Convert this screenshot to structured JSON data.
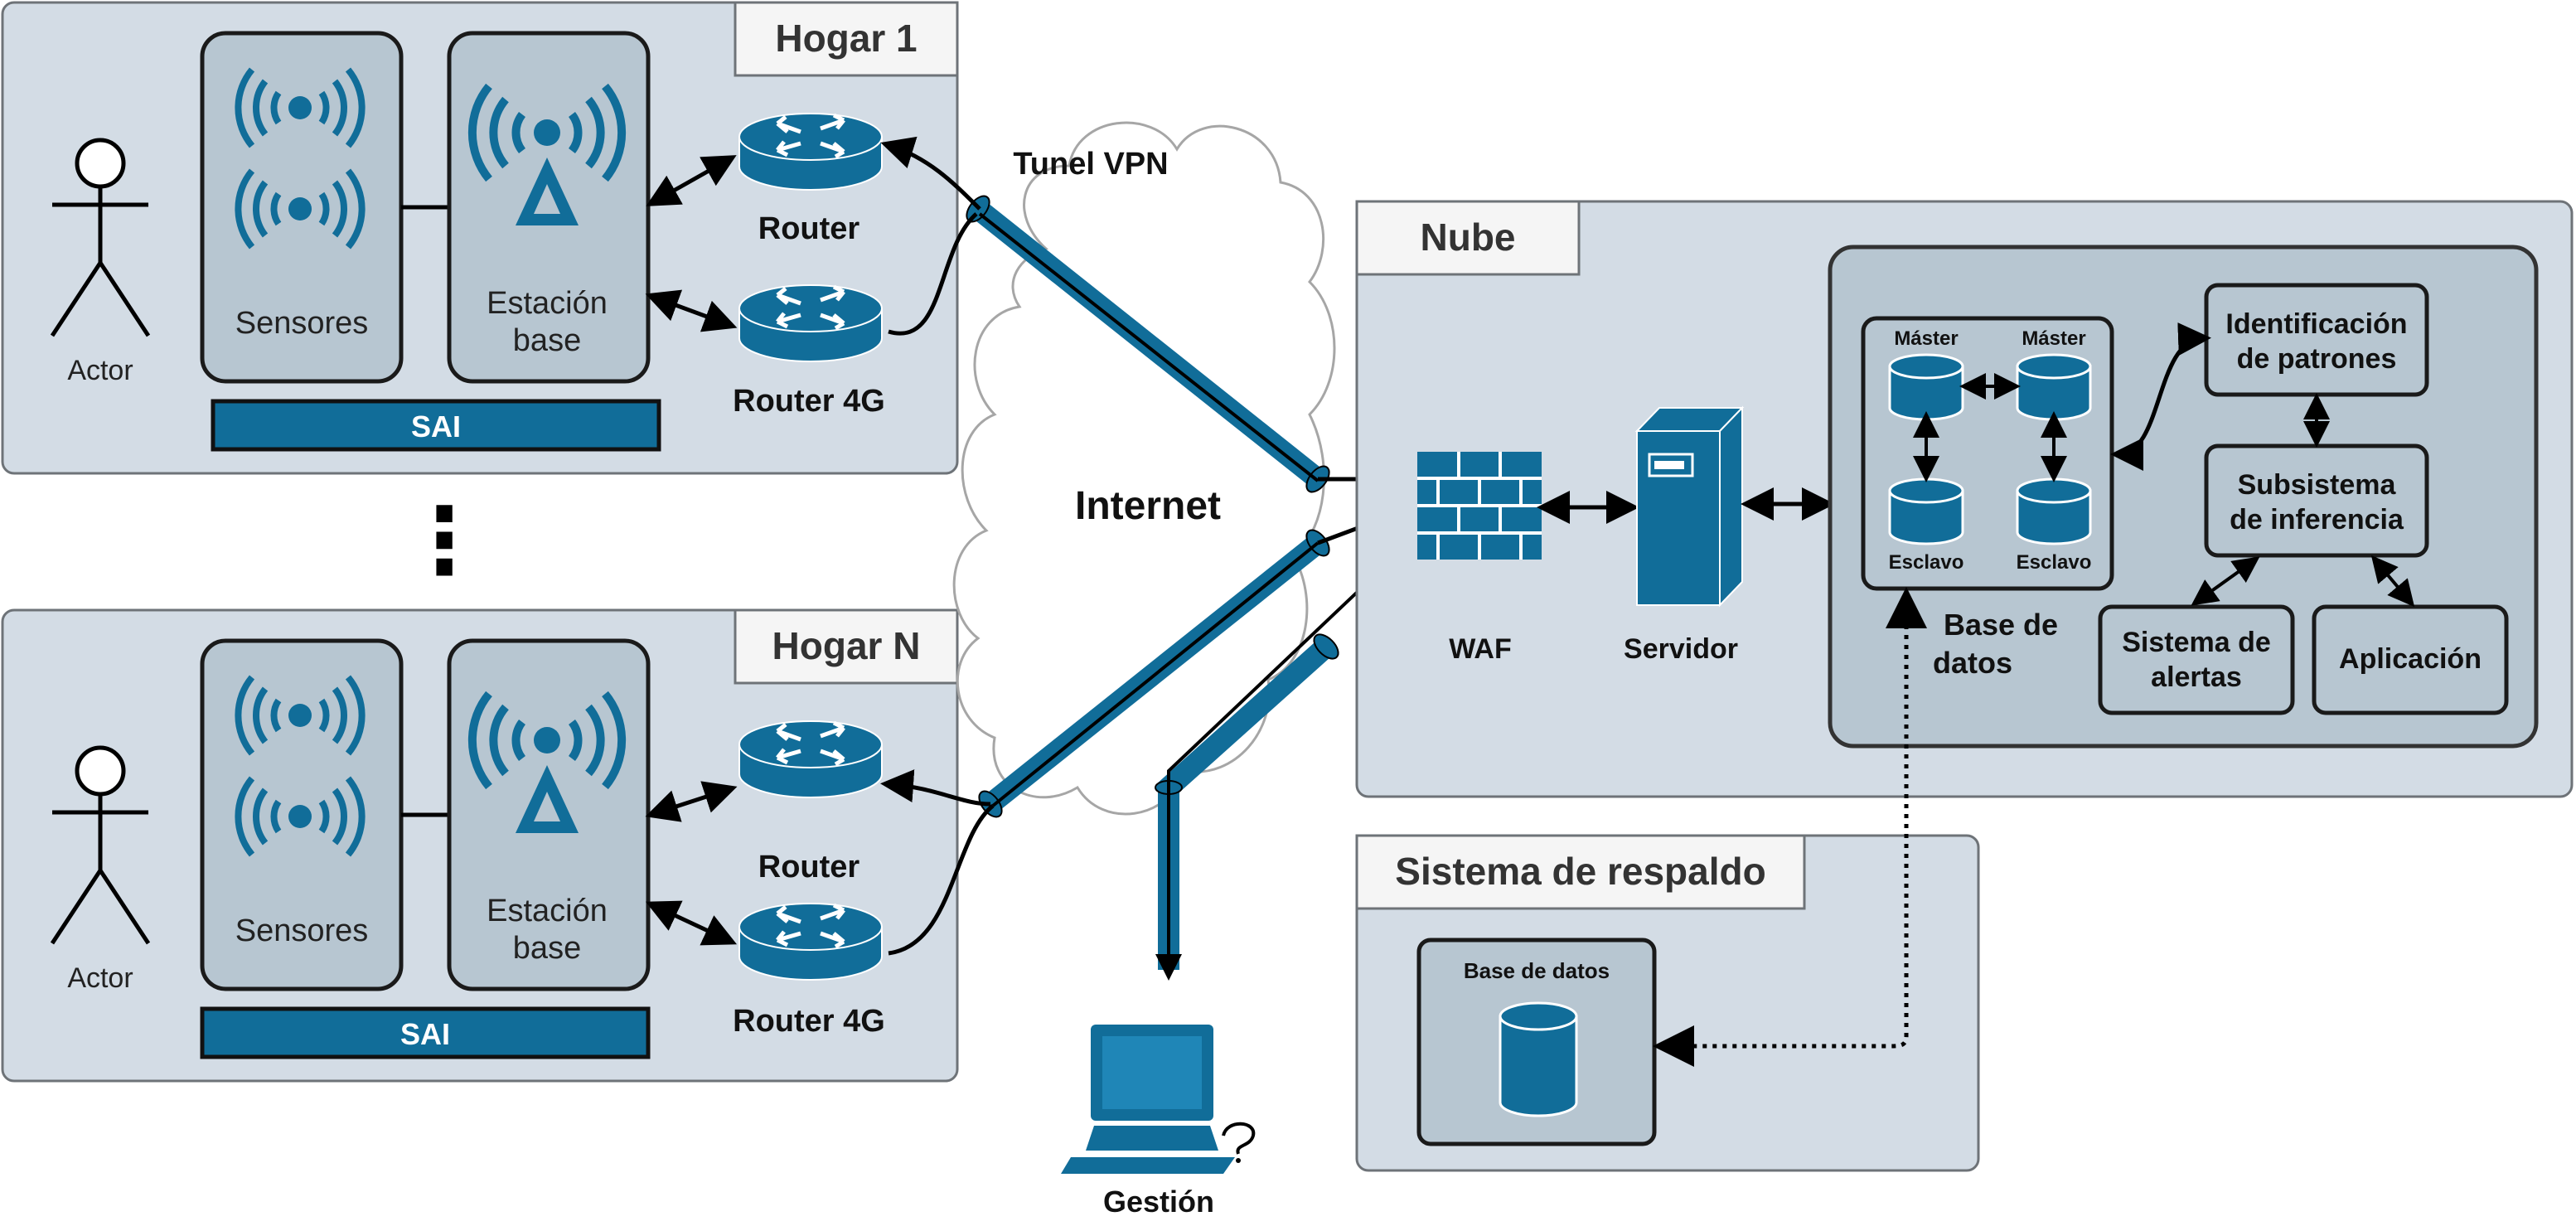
{
  "homes": [
    {
      "title": "Hogar 1",
      "actor": "Actor",
      "sensors": "Sensores",
      "base_station": [
        "Estación",
        "base"
      ],
      "sai": "SAI",
      "router": "Router",
      "router4g": "Router 4G"
    },
    {
      "title": "Hogar N",
      "actor": "Actor",
      "sensors": "Sensores",
      "base_station": [
        "Estación",
        "base"
      ],
      "sai": "SAI",
      "router": "Router",
      "router4g": "Router 4G"
    }
  ],
  "ellipsis": "⋮",
  "internet": {
    "label": "Internet",
    "vpn": "Tunel VPN"
  },
  "management": "Gestión",
  "cloud": {
    "title": "Nube",
    "waf": "WAF",
    "server": "Servidor",
    "database": {
      "label": [
        "Base de",
        "datos"
      ],
      "master": "Máster",
      "slave": "Esclavo"
    },
    "patterns": [
      "Identificación",
      "de patrones"
    ],
    "inference": [
      "Subsistema",
      "de inferencia"
    ],
    "alerts": [
      "Sistema de",
      "alertas"
    ],
    "app": "Aplicación"
  },
  "backup": {
    "title": "Sistema de respaldo",
    "db": "Base de datos"
  },
  "colors": {
    "accent": "#116d99",
    "zone": "#d3dce5",
    "box": "#b7c6d1"
  }
}
